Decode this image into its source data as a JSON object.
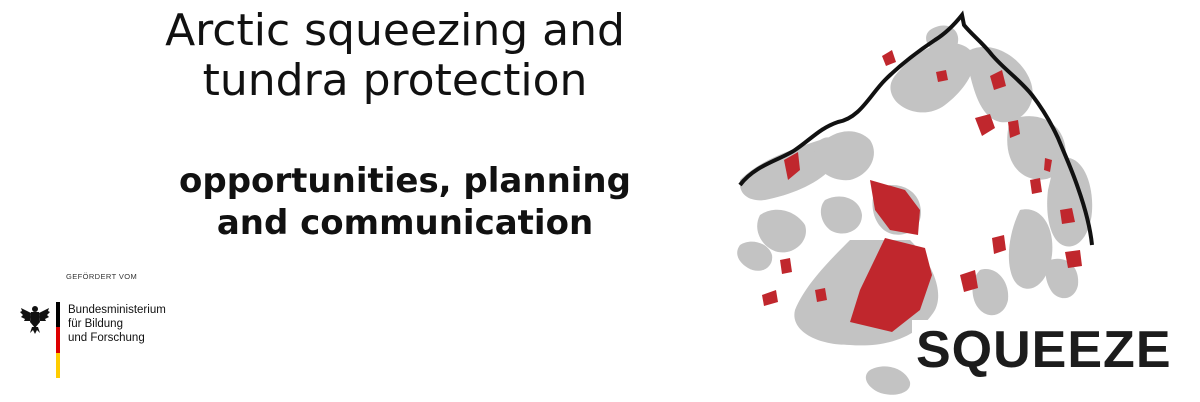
{
  "heading": {
    "line1": "Arctic squeezing and",
    "line2": "tundra protection"
  },
  "subheading": {
    "line1": "opportunities, planning",
    "line2": "and communication"
  },
  "funder": {
    "caption": "GEFÖRDERT VOM",
    "name_line1": "Bundesministerium",
    "name_line2": "für Bildung",
    "name_line3": "und Forschung",
    "flag_colors": [
      "#000000",
      "#dd0000",
      "#ffcc00"
    ]
  },
  "logo": {
    "text": "SQUEEZE",
    "land_color": "#c3c3c3",
    "protected_color": "#c0272d",
    "coast_color": "#111111"
  }
}
